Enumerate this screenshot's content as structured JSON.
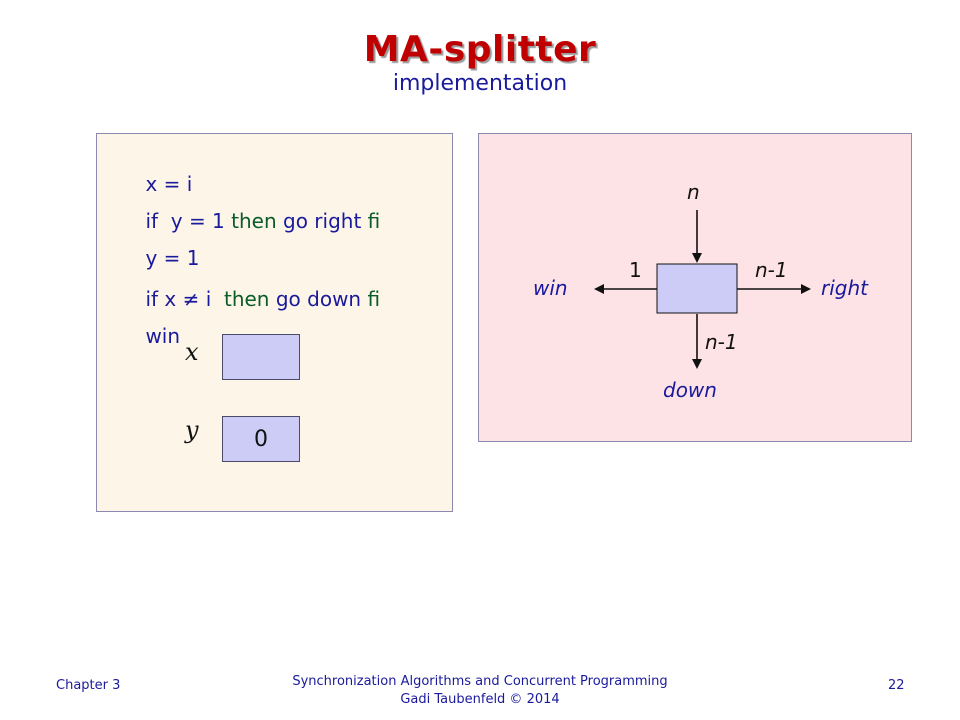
{
  "header": {
    "title": "MA-splitter",
    "subtitle": "implementation"
  },
  "code": {
    "lines": [
      {
        "parts": [
          "x = i"
        ]
      },
      {
        "parts": [
          "if  y = 1 ",
          "then ",
          "go right ",
          "fi"
        ]
      },
      {
        "parts": [
          "y = 1"
        ]
      },
      {
        "parts": [
          "if x ≠ i  ",
          "then ",
          "go down ",
          "fi"
        ]
      },
      {
        "parts": [
          "win"
        ]
      }
    ]
  },
  "registers": {
    "x": {
      "label": "x",
      "value": ""
    },
    "y": {
      "label": "y",
      "value": "0"
    }
  },
  "diagram": {
    "in_label": "n",
    "left_count": "1",
    "right_count": "n-1",
    "down_count": "n-1",
    "left_out": "win",
    "right_out": "right",
    "down_out": "down",
    "colors": {
      "box": "#ccccf6",
      "panel": "#fde2e6"
    }
  },
  "footer": {
    "chapter": "Chapter 3",
    "line1": "Synchronization Algorithms and Concurrent Programming",
    "line2": "Gadi Taubenfeld © 2014",
    "page": "22"
  }
}
